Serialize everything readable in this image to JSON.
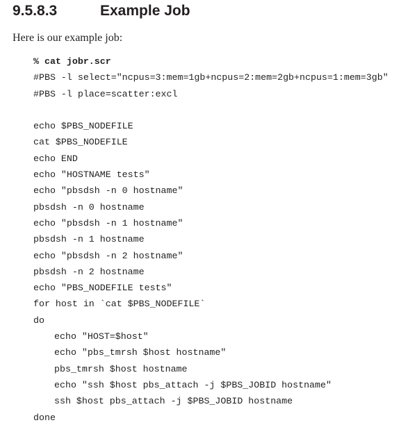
{
  "section": {
    "number": "9.5.8.3",
    "title": "Example Job"
  },
  "intro": "Here is our example job:",
  "code": {
    "command": "% cat jobr.scr",
    "lines": [
      {
        "text": "#PBS -l select=\"ncpus=3:mem=1gb+ncpus=2:mem=2gb+ncpus=1:mem=3gb\"",
        "indent": 0
      },
      {
        "text": "#PBS -l place=scatter:excl",
        "indent": 0
      },
      {
        "text": "",
        "indent": 0
      },
      {
        "text": "echo $PBS_NODEFILE",
        "indent": 0
      },
      {
        "text": "cat $PBS_NODEFILE",
        "indent": 0
      },
      {
        "text": "echo END",
        "indent": 0
      },
      {
        "text": "echo \"HOSTNAME tests\"",
        "indent": 0
      },
      {
        "text": "echo \"pbsdsh -n 0 hostname\"",
        "indent": 0
      },
      {
        "text": "pbsdsh -n 0 hostname",
        "indent": 0
      },
      {
        "text": "echo \"pbsdsh -n 1 hostname\"",
        "indent": 0
      },
      {
        "text": "pbsdsh -n 1 hostname",
        "indent": 0
      },
      {
        "text": "echo \"pbsdsh -n 2 hostname\"",
        "indent": 0
      },
      {
        "text": "pbsdsh -n 2 hostname",
        "indent": 0
      },
      {
        "text": "echo \"PBS_NODEFILE tests\"",
        "indent": 0
      },
      {
        "text": "for host in `cat $PBS_NODEFILE`",
        "indent": 0
      },
      {
        "text": "do",
        "indent": 0
      },
      {
        "text": "echo \"HOST=$host\"",
        "indent": 1
      },
      {
        "text": "echo \"pbs_tmrsh $host hostname\"",
        "indent": 1
      },
      {
        "text": "pbs_tmrsh $host hostname",
        "indent": 1
      },
      {
        "text": "echo \"ssh $host pbs_attach -j $PBS_JOBID hostname\"",
        "indent": 1
      },
      {
        "text": "ssh $host pbs_attach -j $PBS_JOBID hostname",
        "indent": 1
      },
      {
        "text": "done",
        "indent": 0
      }
    ]
  }
}
